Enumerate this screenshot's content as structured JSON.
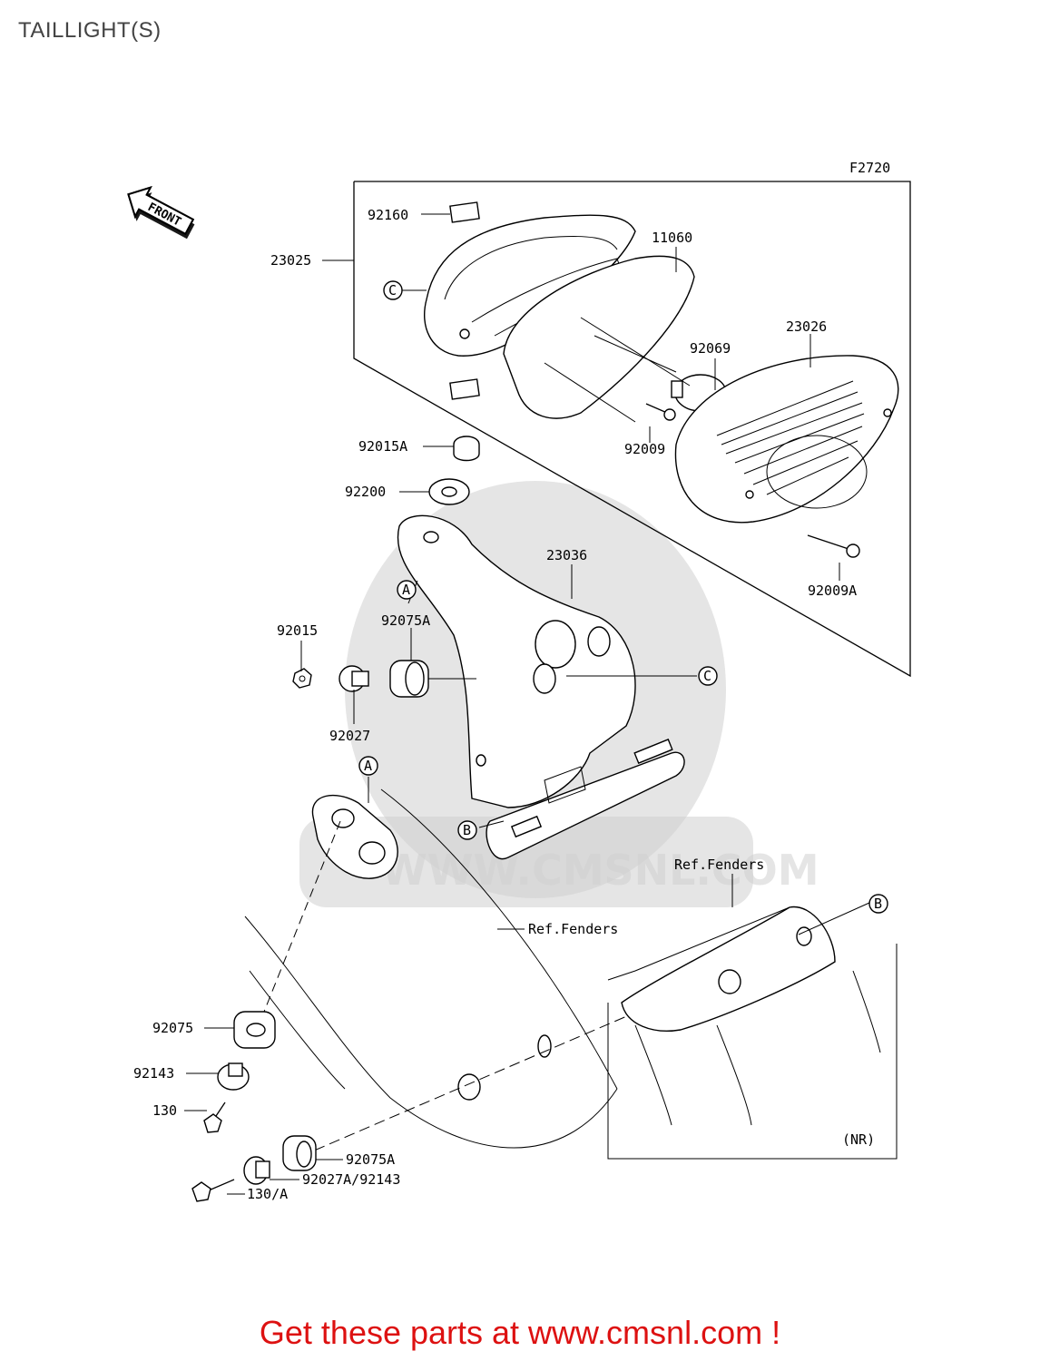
{
  "header": {
    "title": "TAILLIGHT(S)"
  },
  "diagram": {
    "figure_code": "F2720",
    "front_label": "FRONT",
    "watermark": "WWW.CMSNL.COM",
    "part_numbers": {
      "p92160": "92160",
      "p23025": "23025",
      "p11060": "11060",
      "p23026": "23026",
      "p92069": "92069",
      "p92009": "92009",
      "p92015A": "92015A",
      "p92200": "92200",
      "p23036": "23036",
      "p92009A": "92009A",
      "p92015": "92015",
      "p92075A_top": "92075A",
      "p92027": "92027",
      "p92075": "92075",
      "p92143": "92143",
      "p130": "130",
      "p92075A_bottom": "92075A",
      "p92027A_92143": "92027A/92143",
      "p130A": "130/A"
    },
    "references": {
      "ref_fenders_right": "Ref.Fenders",
      "ref_fenders_left": "Ref.Fenders",
      "nr_note": "(NR)"
    },
    "callouts": {
      "c_top": "C",
      "c_mid": "C",
      "a_top": "A",
      "a_bottom": "A",
      "b_left": "B",
      "b_right": "B"
    }
  },
  "footer": {
    "text": "Get these parts at www.cmsnl.com !",
    "color": "#dd1111"
  }
}
